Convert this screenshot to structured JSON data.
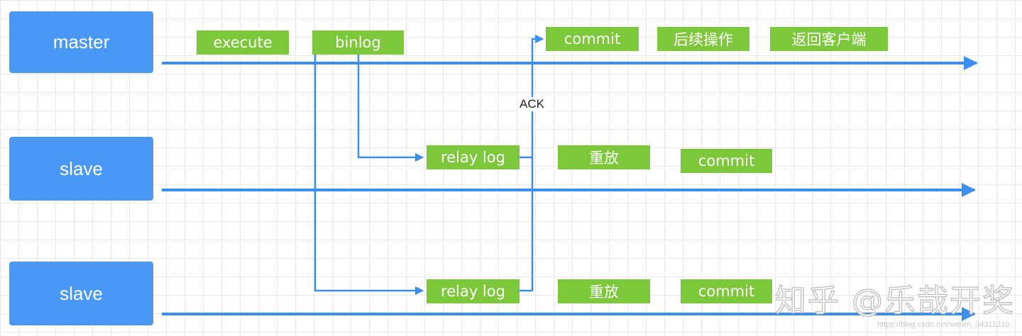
{
  "nodes": {
    "master": "master",
    "slave1": "slave",
    "slave2": "slave"
  },
  "master_steps": {
    "execute": "execute",
    "binlog": "binlog",
    "commit": "commit",
    "followup": "后续操作",
    "return_client": "返回客户端"
  },
  "slave1_steps": {
    "relay_log": "relay log",
    "replay": "重放",
    "commit": "commit"
  },
  "slave2_steps": {
    "relay_log": "relay log",
    "replay": "重放",
    "commit": "commit"
  },
  "ack_label": "ACK",
  "watermark": "知乎 @乐哉开奖",
  "source_text": "https://blog.csdn.net/weixin_34311210",
  "colors": {
    "node": "#4a98f5",
    "step": "#7cc83a",
    "line": "#3d8fef"
  }
}
